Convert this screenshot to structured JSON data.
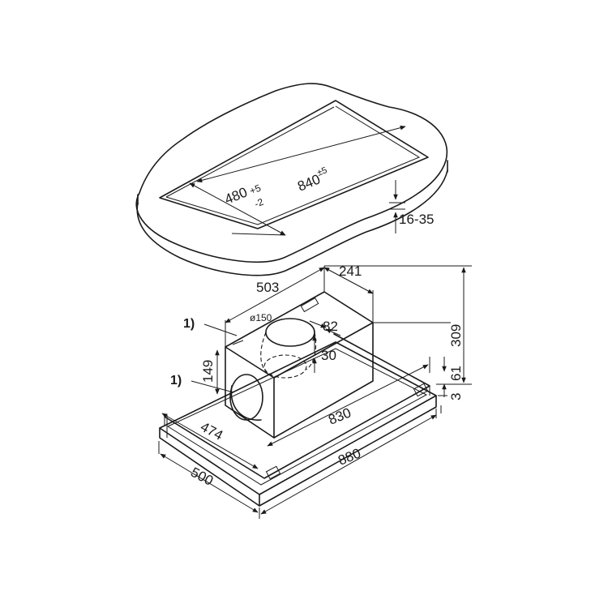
{
  "cutout": {
    "width_label": "840",
    "width_tol": "±5",
    "depth_label": "480",
    "depth_tol_upper": "+5",
    "depth_tol_lower": "-2",
    "worktop_thickness": "16-35"
  },
  "hood": {
    "box_width": "503",
    "box_depth": "241",
    "duct_diameter": "ø150",
    "duct_offset_x": "82",
    "duct_offset_y": "30",
    "side_outlet_height": "149",
    "inner_width": "830",
    "inner_depth": "474",
    "outer_width": "880",
    "outer_depth": "500",
    "total_height": "309",
    "frame_height": "61",
    "plate_thickness": "3",
    "callout_top": "1)",
    "callout_side": "1)"
  }
}
